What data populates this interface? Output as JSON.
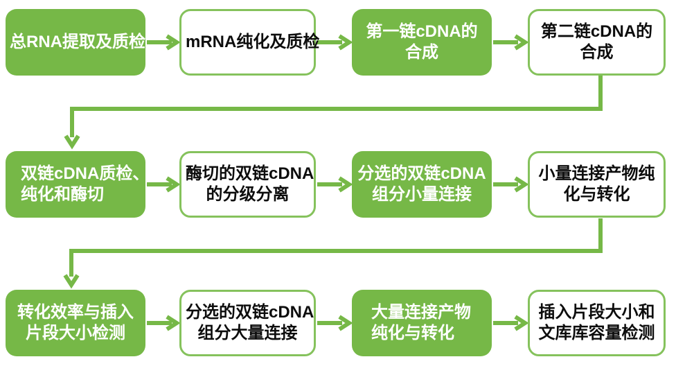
{
  "colors": {
    "accent_green": "#76b847",
    "outline_green": "#85c25c",
    "filled_text": "#ffffff",
    "outlined_text": "#0d0d0d",
    "background": "#ffffff"
  },
  "steps": [
    {
      "id": 1,
      "style": "filled",
      "lines": [
        "总RNA提取及质检"
      ]
    },
    {
      "id": 2,
      "style": "outlined",
      "lines": [
        "mRNA纯化及质检"
      ]
    },
    {
      "id": 3,
      "style": "filled",
      "lines": [
        "第一链cDNA的",
        "合成"
      ]
    },
    {
      "id": 4,
      "style": "outlined",
      "lines": [
        "第二链cDNA的",
        "合成"
      ]
    },
    {
      "id": 5,
      "style": "filled",
      "lines": [
        "双链cDNA质检、",
        "纯化和酶切"
      ]
    },
    {
      "id": 6,
      "style": "outlined",
      "lines": [
        "酶切的双链cDNA",
        "的分级分离"
      ]
    },
    {
      "id": 7,
      "style": "filled",
      "lines": [
        "分选的双链cDNA",
        "组分小量连接"
      ]
    },
    {
      "id": 8,
      "style": "outlined",
      "lines": [
        "小量连接产物纯",
        "化与转化"
      ]
    },
    {
      "id": 9,
      "style": "filled",
      "lines": [
        "转化效率与插入",
        "片段大小检测"
      ]
    },
    {
      "id": 10,
      "style": "outlined",
      "lines": [
        "分选的双链cDNA",
        "组分大量连接"
      ]
    },
    {
      "id": 11,
      "style": "filled",
      "lines": [
        "大量连接产物",
        "纯化与转化"
      ]
    },
    {
      "id": 12,
      "style": "outlined",
      "lines": [
        "插入片段大小和",
        "文库库容量检测"
      ]
    }
  ],
  "connections": [
    {
      "from": 1,
      "to": 2,
      "type": "straight-right"
    },
    {
      "from": 2,
      "to": 3,
      "type": "straight-right"
    },
    {
      "from": 3,
      "to": 4,
      "type": "straight-right"
    },
    {
      "from": 4,
      "to": 5,
      "type": "elbow-down-left-down"
    },
    {
      "from": 5,
      "to": 6,
      "type": "straight-right"
    },
    {
      "from": 6,
      "to": 7,
      "type": "straight-right"
    },
    {
      "from": 7,
      "to": 8,
      "type": "straight-right"
    },
    {
      "from": 8,
      "to": 9,
      "type": "elbow-down-left-down"
    },
    {
      "from": 9,
      "to": 10,
      "type": "straight-right"
    },
    {
      "from": 10,
      "to": 11,
      "type": "straight-right"
    },
    {
      "from": 11,
      "to": 12,
      "type": "straight-right"
    }
  ]
}
